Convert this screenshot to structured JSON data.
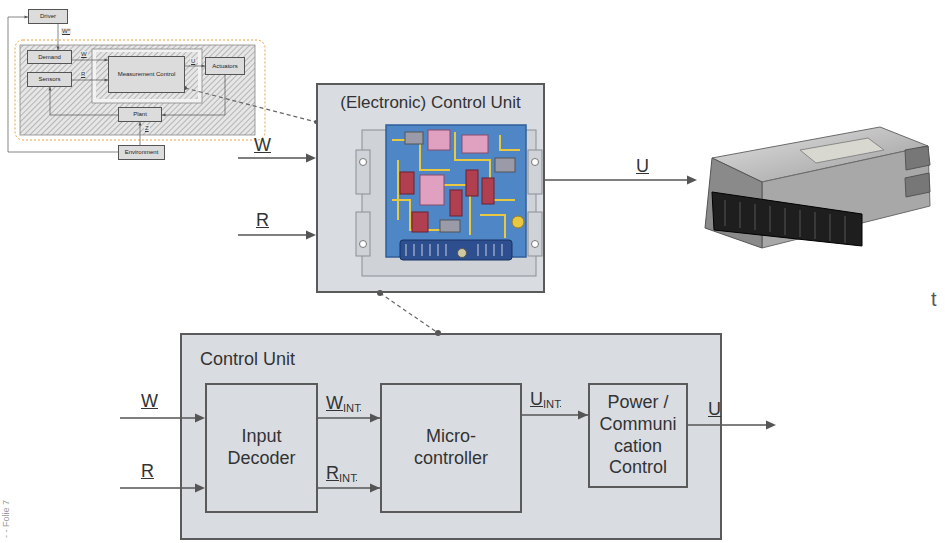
{
  "diagram": {
    "nodes": [
      {
        "text": [
          "Driver"
        ]
      },
      {
        "text": [
          "Demand"
        ]
      },
      {
        "text": [
          "Sensors"
        ]
      },
      {
        "text": [
          "Measurement Control"
        ]
      },
      {
        "text": [
          "Actuators"
        ]
      },
      {
        "text": [
          "Plant"
        ]
      },
      {
        "text": [
          "Environment"
        ]
      },
      {
        "text": [
          "(Electronic) Control Unit"
        ]
      },
      {
        "text": [
          "Control Unit"
        ]
      },
      {
        "text": [
          "Input Decoder"
        ],
        "in": 8
      },
      {
        "text": [
          "Micro-controller"
        ],
        "in": 8
      },
      {
        "text": [
          "Power / Communication Control"
        ],
        "in": 8
      }
    ],
    "edges": [
      {
        "from": 6,
        "to": 0,
        "arrow": "to"
      },
      {
        "from": 0,
        "to": 1,
        "label": "W*",
        "arrow": "to"
      },
      {
        "from": 1,
        "to": 3,
        "label": "W",
        "arrow": "to"
      },
      {
        "from": 2,
        "to": 3,
        "label": "R",
        "arrow": "to"
      },
      {
        "from": 3,
        "to": 4,
        "label": "U",
        "arrow": "to"
      },
      {
        "from": 4,
        "to": 5,
        "arrow": "to"
      },
      {
        "from": 5,
        "to": 2,
        "arrow": "to"
      },
      {
        "from": 6,
        "to": 5,
        "label": "Z",
        "arrow": "to"
      },
      {
        "from": 3,
        "to": 7,
        "arrow": "none"
      },
      {
        "from": 7,
        "to": 8,
        "arrow": "none"
      },
      {
        "from": 9,
        "to": 10,
        "label": "WINT",
        "arrow": "to"
      },
      {
        "from": 9,
        "to": 10,
        "label": "RINT",
        "arrow": "to"
      },
      {
        "from": 10,
        "to": 11,
        "label": "UINT",
        "arrow": "to"
      }
    ],
    "labels": [
      "W",
      "R",
      "U",
      "W",
      "R",
      "U",
      "- - Folie 7",
      "t"
    ]
  }
}
